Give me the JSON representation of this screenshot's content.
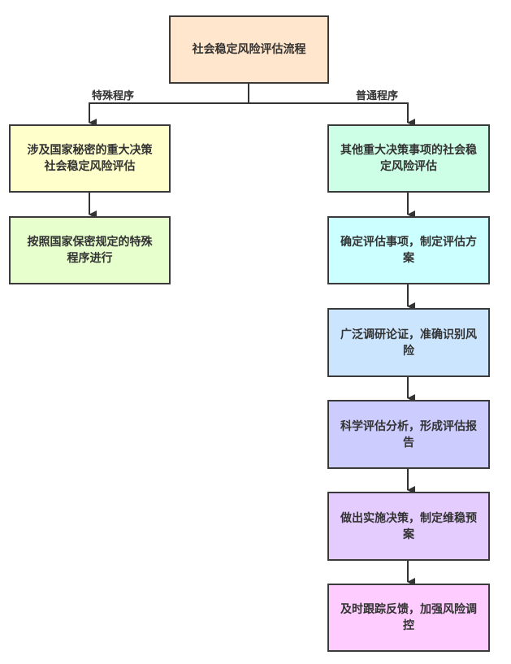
{
  "title": "社会稳定风险评估流程",
  "branches": {
    "special": {
      "label": "特殊程序",
      "steps": [
        {
          "text": "涉及国家秘密的重大决策社会稳定风险评估",
          "color": "#FFFFCC"
        },
        {
          "text": "按照国家保密规定的特殊程序进行",
          "color": "#E6FFCC"
        }
      ]
    },
    "normal": {
      "label": "普通程序",
      "steps": [
        {
          "text": "其他重大决策事项的社会稳定风险评估",
          "color": "#CCFFE6"
        },
        {
          "text": "确定评估事项，制定评估方案",
          "color": "#CCFFFF"
        },
        {
          "text": "广泛调研论证，准确识别风险",
          "color": "#CCE5FF"
        },
        {
          "text": "科学评估分析，形成评估报告",
          "color": "#CCCCFF"
        },
        {
          "text": "做出实施决策，制定维稳预案",
          "color": "#E5CCFF"
        },
        {
          "text": "及时跟踪反馈，加强风险调控",
          "color": "#FFCCFF"
        }
      ]
    }
  },
  "colors": {
    "title_fill": "#FFE6CC",
    "border": "#3a3a3a"
  }
}
